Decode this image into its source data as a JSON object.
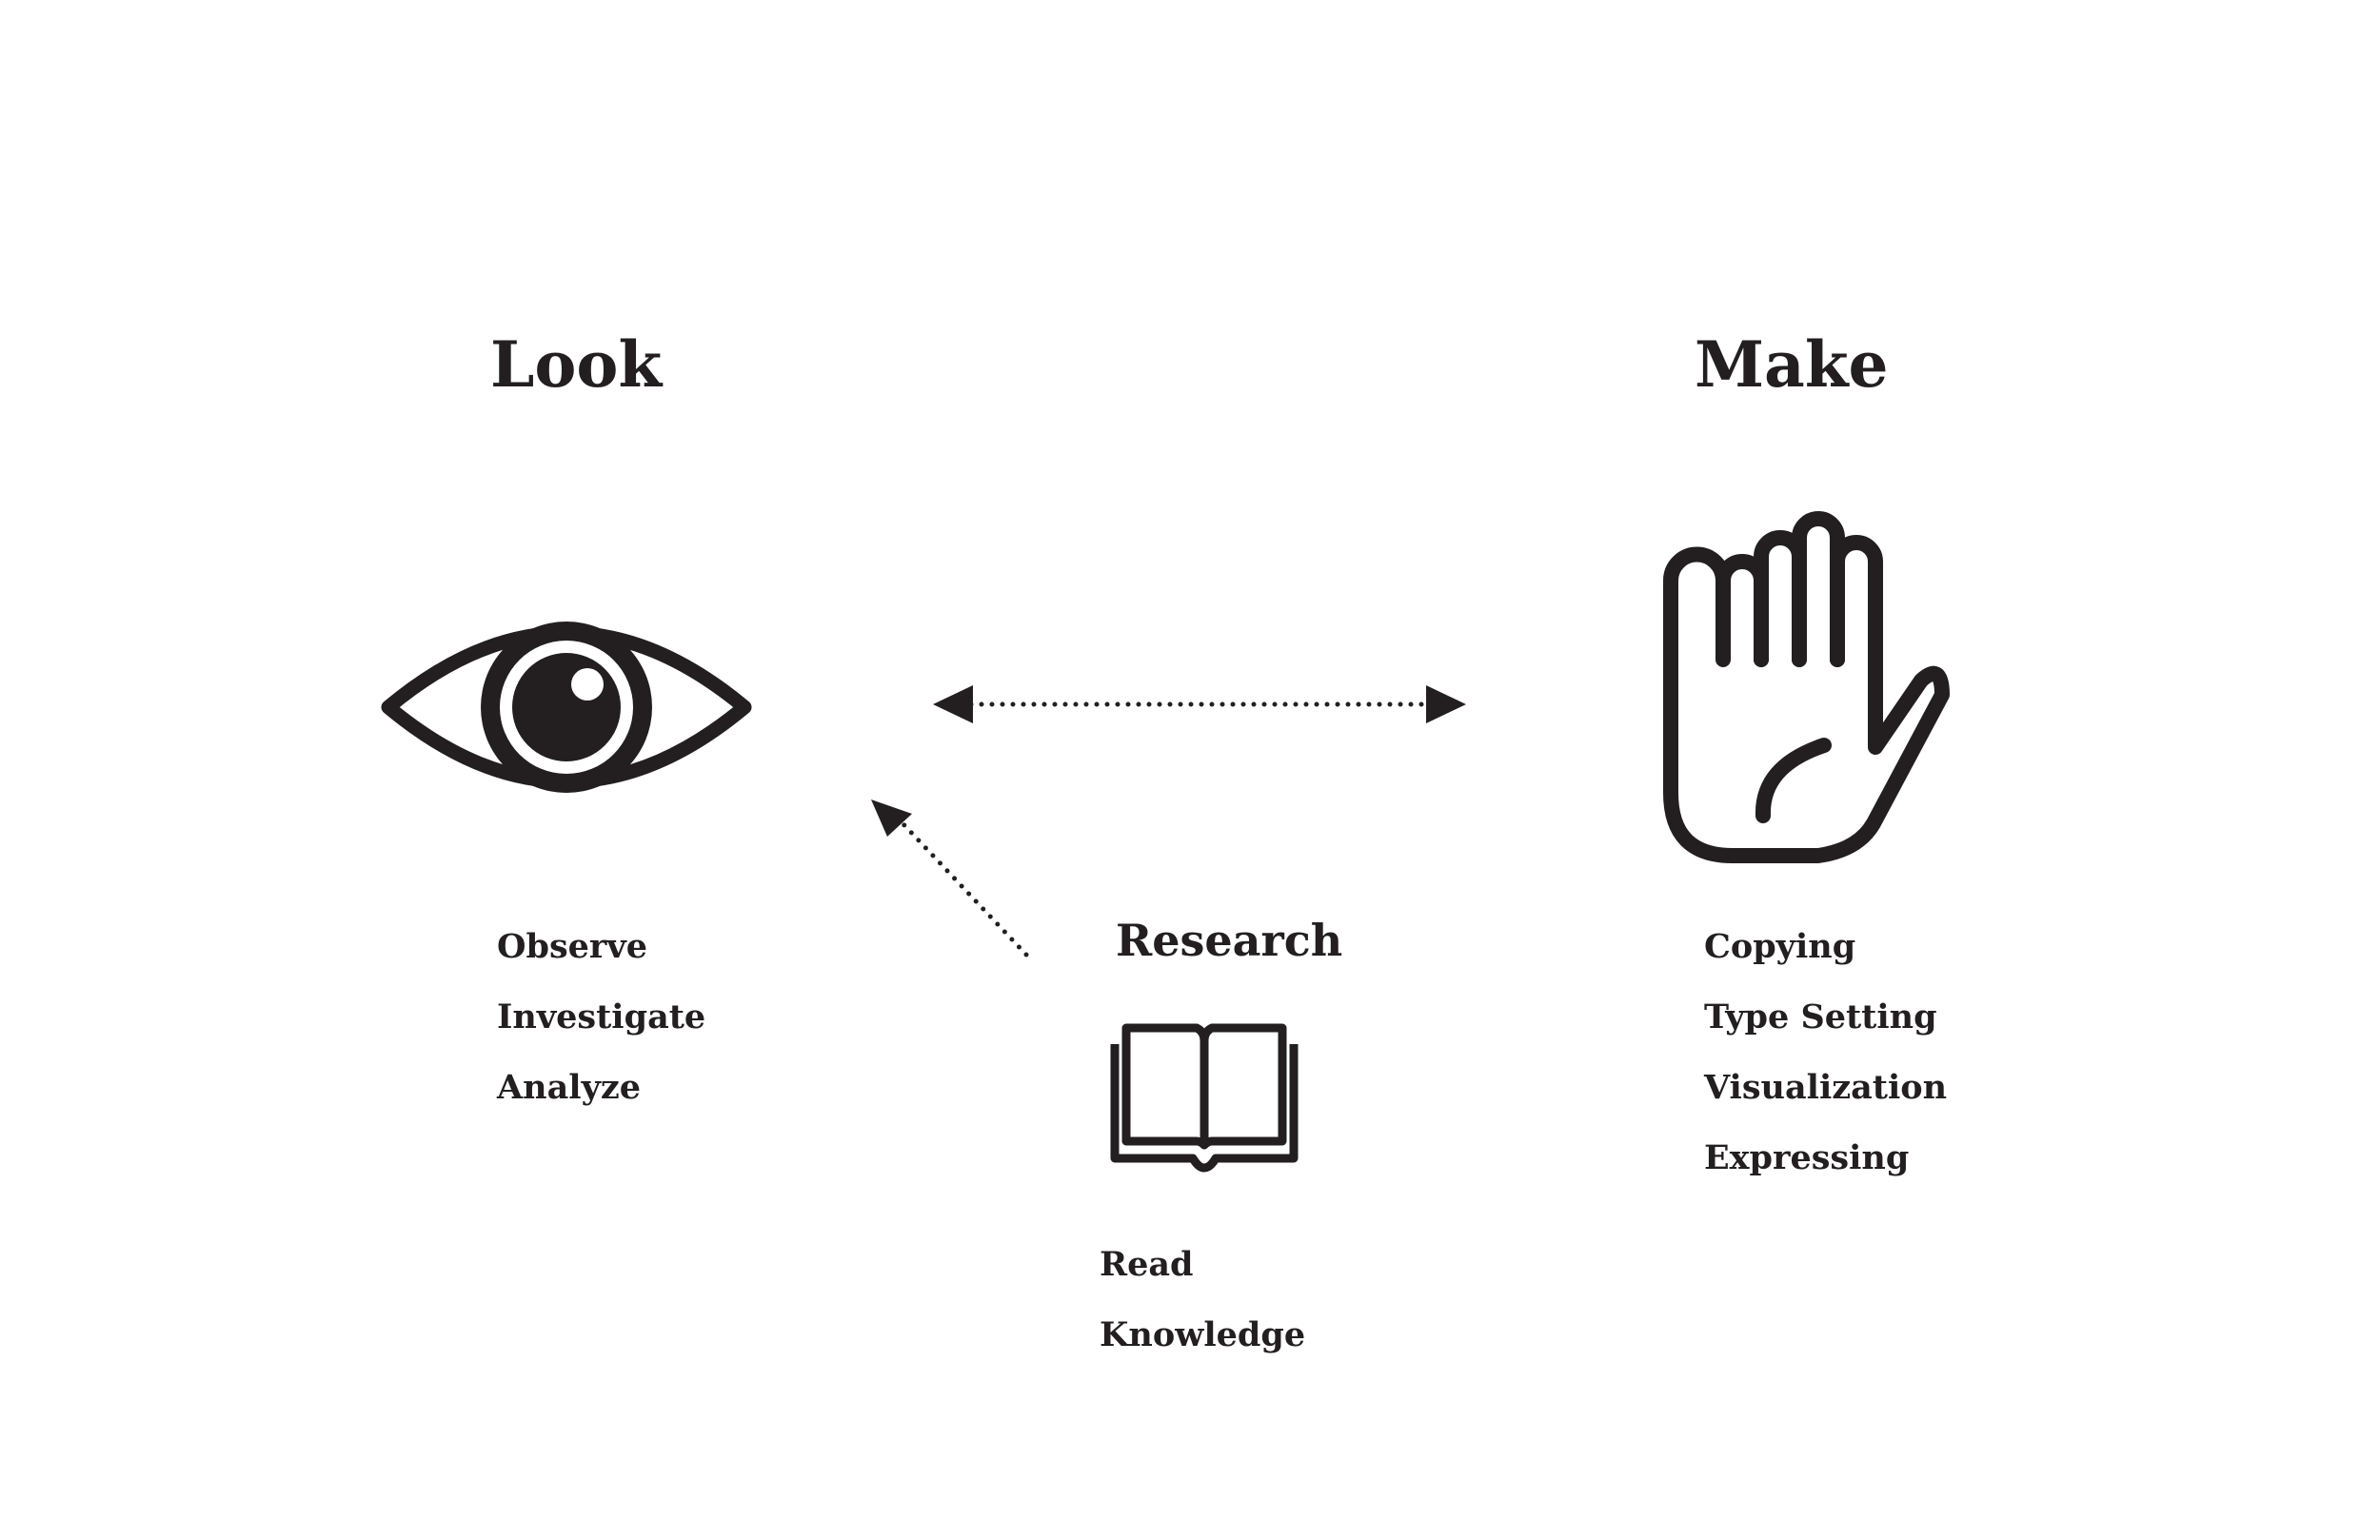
{
  "colors": {
    "ink": "#231f20",
    "background": "#ffffff"
  },
  "look": {
    "title": "Look",
    "icon": "eye-icon",
    "items": [
      "Observe",
      "Investigate",
      "Analyze"
    ]
  },
  "make": {
    "title": "Make",
    "icon": "hand-icon",
    "items": [
      "Copying",
      "Type Setting",
      "Visualization",
      "Expressing"
    ]
  },
  "research": {
    "title": "Research",
    "icon": "open-book-icon",
    "items": [
      "Read",
      "Knowledge"
    ]
  },
  "connectors": [
    {
      "name": "look-make-arrow",
      "style": "dotted",
      "direction": "both"
    },
    {
      "name": "research-to-look-arrow",
      "style": "dotted",
      "direction": "one-way"
    }
  ]
}
